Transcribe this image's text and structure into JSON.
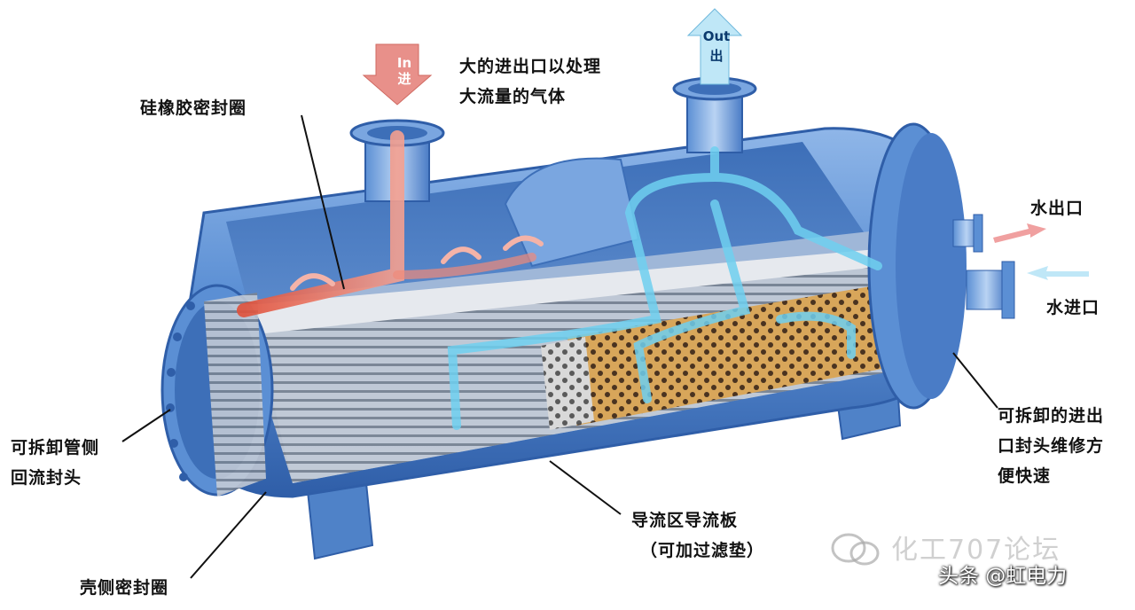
{
  "labels": {
    "silicone_seal": "硅橡胶密封圈",
    "large_port": [
      "大的进出口以处理",
      "大流量的气体"
    ],
    "water_out": "水出口",
    "water_in": "水进口",
    "removable_port_head": [
      "可拆卸的进出",
      "口封头维修方",
      "便快速"
    ],
    "removable_return_head": [
      "可拆卸管侧",
      "回流封头"
    ],
    "baffle_zone": [
      "导流区导流板",
      "（可加过滤垫）"
    ],
    "shell_seal": "壳侧密封圈"
  },
  "arrows": {
    "in": [
      "In",
      "进"
    ],
    "out": [
      "Out",
      "出"
    ]
  },
  "watermark": "化工707论坛",
  "credit": "头条 @虹电力",
  "colors": {
    "shell": "#5b8fd4",
    "shell_dark": "#2f5ea8",
    "hot_flow": "#e0503a",
    "cold_flow": "#6fd0f0",
    "filter": "#d8a65a"
  },
  "icons": [
    "in-arrow-icon",
    "out-arrow-icon",
    "water-out-arrow-icon",
    "water-in-arrow-icon"
  ]
}
